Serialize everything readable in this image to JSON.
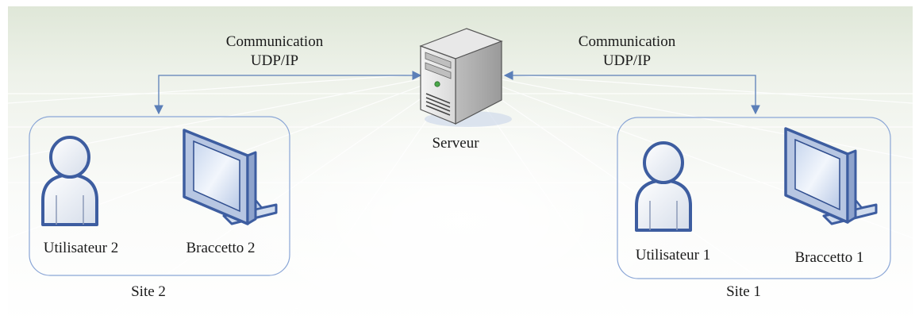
{
  "diagram": {
    "connections": [
      {
        "line1": "Communication",
        "line2": "UDP/IP"
      },
      {
        "line1": "Communication",
        "line2": "UDP/IP"
      }
    ],
    "server": {
      "label": "Serveur",
      "icon": "server-tower-icon"
    },
    "sites": [
      {
        "label": "Site 2",
        "user": {
          "label": "Utilisateur 2",
          "icon": "user-icon"
        },
        "device": {
          "label": "Braccetto 2",
          "icon": "monitor-icon"
        }
      },
      {
        "label": "Site 1",
        "user": {
          "label": "Utilisateur 1",
          "icon": "user-icon"
        },
        "device": {
          "label": "Braccetto 1",
          "icon": "monitor-icon"
        }
      }
    ],
    "colors": {
      "line": "#5b7fb8",
      "site_border": "#8aa6d6",
      "icon_outline": "#3d5da0",
      "background_top": "#dfe7d8"
    }
  }
}
